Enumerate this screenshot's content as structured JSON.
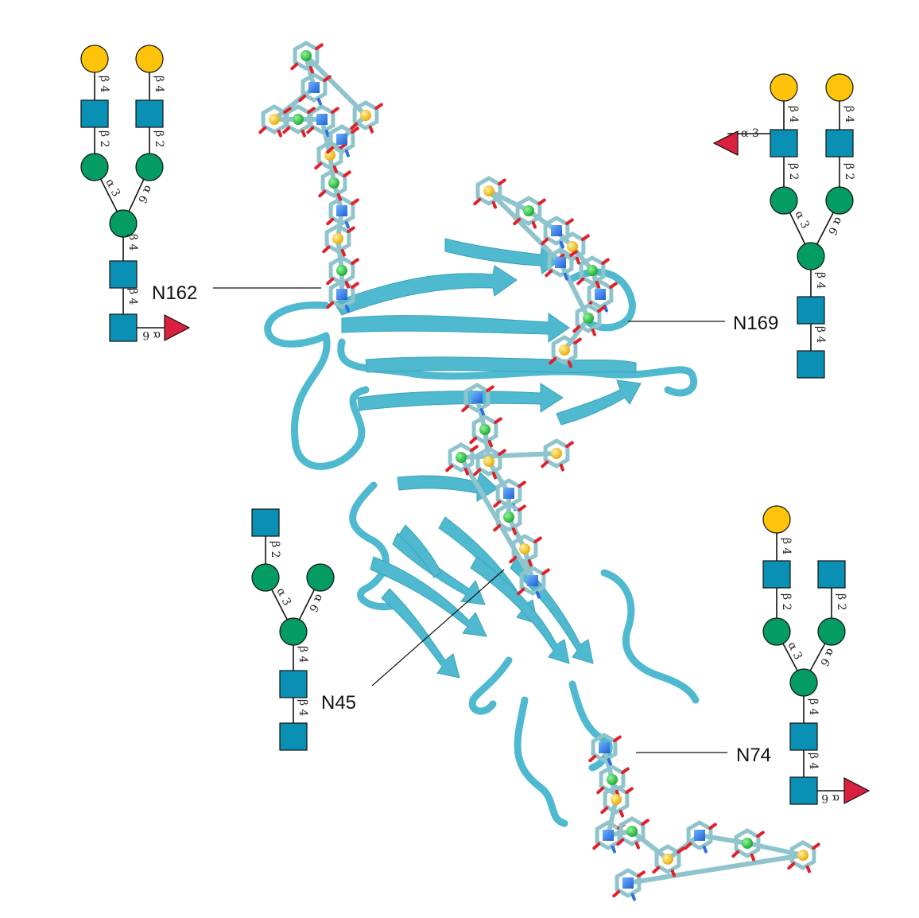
{
  "colors": {
    "galactose": "#FFC409",
    "glcnac": "#0A90B5",
    "mannose": "#039C63",
    "fucose": "#D9213F",
    "protein": "#4FB9CF",
    "carbon": "#8FC4CC",
    "oxygen": "#E0202A",
    "nitrogen": "#2F6FE0"
  },
  "icons": [
    "galactose-circle-icon",
    "glcnac-square-icon",
    "mannose-circle-icon",
    "fucose-triangle-icon"
  ],
  "sites": [
    {
      "id": "N162",
      "label": "N162"
    },
    {
      "id": "N169",
      "label": "N169"
    },
    {
      "id": "N45",
      "label": "N45"
    },
    {
      "id": "N74",
      "label": "N74"
    }
  ],
  "glycans": {
    "N162": {
      "links": [
        "β 4",
        "β 4",
        "β 2",
        "β 2",
        "α 3",
        "α 6",
        "β 4",
        "β 4",
        "α 6"
      ]
    },
    "N169": {
      "links": [
        "β 4",
        "β 4",
        "α 3",
        "β 2",
        "β 2",
        "α 3",
        "α 6",
        "β 4",
        "β 4"
      ]
    },
    "N45": {
      "links": [
        "β 2",
        "α 3",
        "α 6",
        "β 4",
        "β 4"
      ]
    },
    "N74": {
      "links": [
        "β 4",
        "β 2",
        "β 2",
        "α 3",
        "α 6",
        "β 4",
        "β 4",
        "α 6"
      ]
    }
  }
}
